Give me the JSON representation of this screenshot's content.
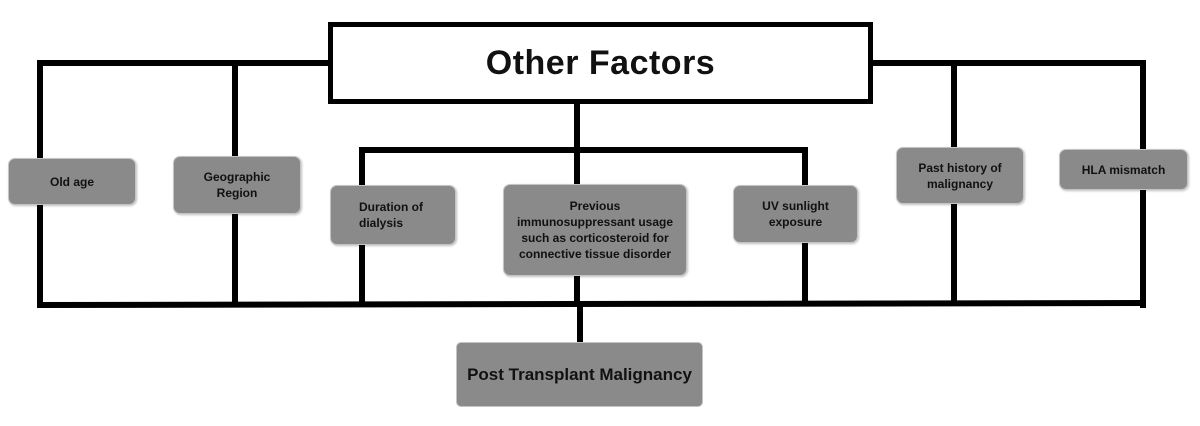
{
  "diagram": {
    "title": "Other Factors",
    "factors": [
      {
        "id": "old-age",
        "label": "Old age"
      },
      {
        "id": "geographic-region",
        "label": "Geographic Region"
      },
      {
        "id": "duration-of-dialysis",
        "label": "Duration of dialysis"
      },
      {
        "id": "previous-immunosuppressant",
        "label": "Previous immunosuppressant usage such as corticosteroid for connective tissue disorder"
      },
      {
        "id": "uv-sunlight",
        "label": "UV sunlight exposure"
      },
      {
        "id": "past-history-malignancy",
        "label": "Past history of malignancy"
      },
      {
        "id": "hla-mismatch",
        "label": "HLA mismatch"
      }
    ],
    "outcome": "Post Transplant Malignancy",
    "colors": {
      "line": "#000000",
      "box_fill": "#8a8a8a",
      "box_border": "#c4c4c4"
    }
  }
}
